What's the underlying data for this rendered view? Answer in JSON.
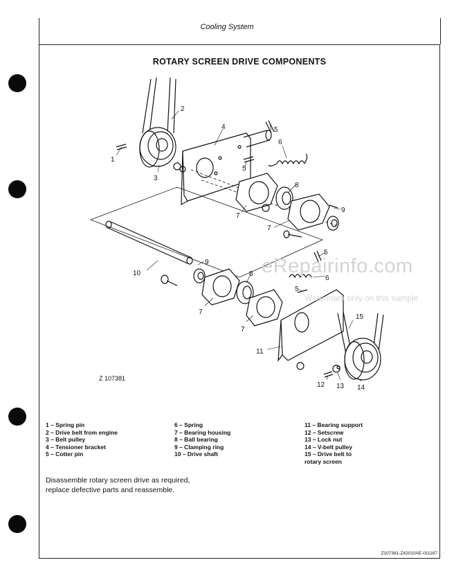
{
  "header": {
    "section": "Cooling System"
  },
  "title": "ROTARY SCREEN DRIVE COMPONENTS",
  "figure_id": "Z 107381",
  "callouts": [
    "1",
    "2",
    "3",
    "4",
    "5",
    "6",
    "7",
    "8",
    "9",
    "10",
    "11",
    "12",
    "13",
    "14",
    "15"
  ],
  "legend": {
    "col1": [
      "1 – Spring pin",
      "2 – Drive belt from engine",
      "3 – Belt pulley",
      "4 – Tensioner bracket",
      "5 – Cotter pin"
    ],
    "col2": [
      "6 – Spring",
      "7 – Bearing housing",
      "8 – Ball bearing",
      "9 – Clamping ring",
      "10 – Drive shaft"
    ],
    "col3": [
      "11 – Bearing support",
      "12 – Setscrew",
      "13 – Lock nut",
      "14 – V-belt pulley",
      "15 – Drive belt to",
      "rotary screen"
    ]
  },
  "instructions": [
    "Disassemble rotary screen drive as required,",
    "replace defective parts and reassemble."
  ],
  "footer": "Z107381-Z42010AE-011187",
  "watermark": {
    "main": "eRepairinfo.com",
    "sub": "Watermark only on this sample"
  },
  "colors": {
    "ink": "#111111",
    "watermark": "#d4d4d4"
  }
}
